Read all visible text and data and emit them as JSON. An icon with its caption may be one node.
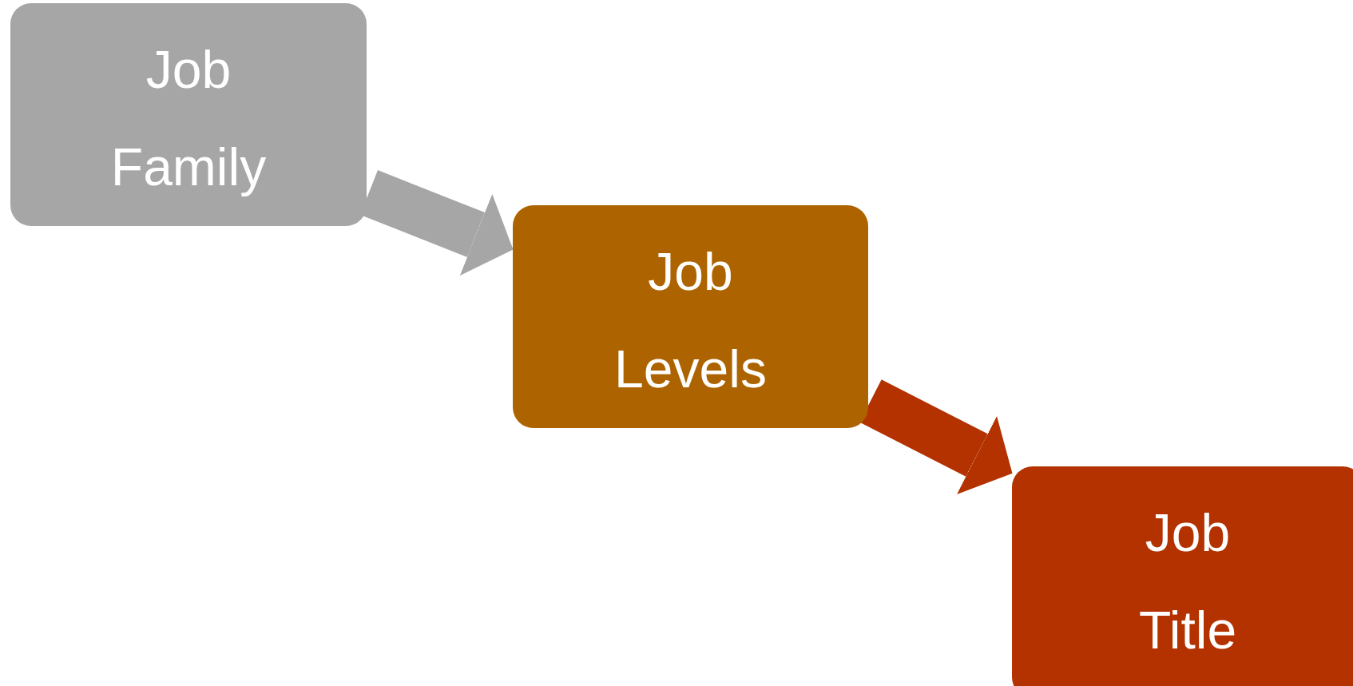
{
  "diagram": {
    "nodes": [
      {
        "text": [
          "Job Family"
        ]
      },
      {
        "text": [
          "Job Levels"
        ]
      },
      {
        "text": [
          "Job Title"
        ]
      }
    ],
    "edges": [
      {
        "from": 0,
        "to": 1,
        "arrow": "to",
        "color": "#a6a6a6"
      },
      {
        "from": 1,
        "to": 2,
        "arrow": "to",
        "color": "#b33200"
      }
    ]
  }
}
